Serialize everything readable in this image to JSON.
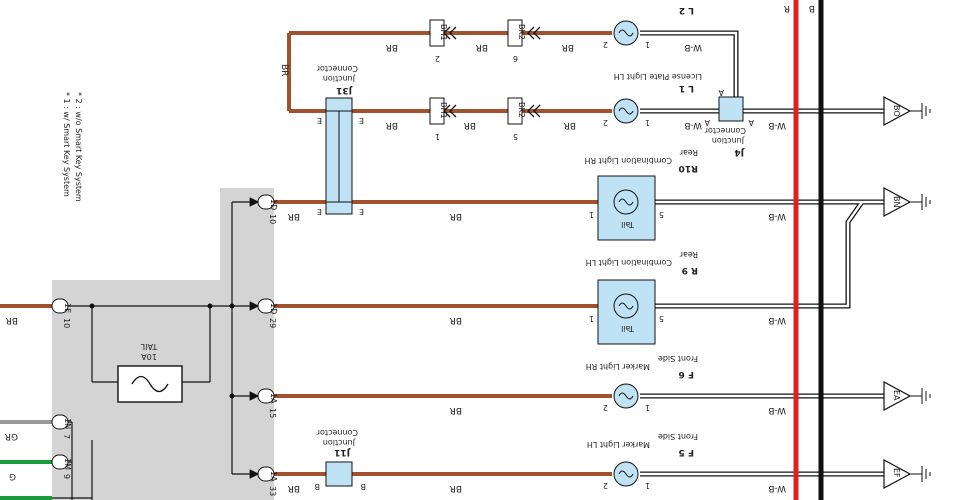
{
  "notes": [
    "* 1 : w/ Smart Key System",
    "* 2 : w/o Smart Key System"
  ],
  "wire_colors": {
    "br": "BR",
    "wb": "W-B",
    "gr": "GR",
    "g": "G",
    "r": "R",
    "b": "B"
  },
  "colors": {
    "brown": "#a0522d",
    "red": "#e02020",
    "black": "#111111",
    "green": "#1a9a3a",
    "gray": "#999999",
    "shade": "#d4d4d4",
    "part_fill": "#bfe3f5"
  },
  "fuse": {
    "rating": "10A",
    "name": "TAIL"
  },
  "junction_connectors": {
    "j31": {
      "code": "J31",
      "line1": "Junction",
      "line2": "Connector",
      "pin": "E"
    },
    "j4": {
      "code": "J4",
      "line1": "Junction",
      "line2": "Connector",
      "pin": "A"
    },
    "j11": {
      "code": "J11",
      "line1": "Junction",
      "line2": "Connector",
      "pin": "B"
    }
  },
  "lamps": {
    "l2": {
      "code": "L 2",
      "name": "",
      "pin_a": "2",
      "pin_b": "1"
    },
    "l1": {
      "code": "L 1",
      "name": "License Plate Light LH",
      "pin_a": "2",
      "pin_b": "1"
    },
    "r10": {
      "code": "R10",
      "name_line1": "Rear",
      "name_line2": "Combination Light RH",
      "pin_a": "1",
      "pin_b": "5",
      "tag": "Tail"
    },
    "r9": {
      "code": "R 9",
      "name_line1": "Rear",
      "name_line2": "Combination Light LH",
      "pin_a": "1",
      "pin_b": "5",
      "tag": "Tail"
    },
    "f6": {
      "code": "F 6",
      "name_line1": "Front Side",
      "name_line2": "Marker Light RH",
      "pin_a": "2",
      "pin_b": "1"
    },
    "f5": {
      "code": "F 5",
      "name_line1": "Front Side",
      "name_line2": "Marker Light LH",
      "pin_a": "2",
      "pin_b": "1"
    }
  },
  "splices": {
    "bh1": "BH1",
    "bk2": "BK2",
    "bh1_pin_top": "2",
    "bk2_pin_top": "6",
    "bh1_pin_bot": "1",
    "bk2_pin_bot": "5"
  },
  "left_connectors": [
    {
      "pin": "10",
      "code": "1E"
    },
    {
      "pin": "7",
      "code": "1N"
    },
    {
      "pin": "9",
      "code": "1M"
    }
  ],
  "right_connectors": [
    {
      "pin": "10",
      "code": "1D"
    },
    {
      "pin": "29",
      "code": "1D"
    },
    {
      "pin": "15",
      "code": "1A"
    },
    {
      "pin": "33",
      "code": "1A"
    }
  ],
  "grounds": [
    "BO",
    "BN",
    "EA",
    "EF"
  ]
}
